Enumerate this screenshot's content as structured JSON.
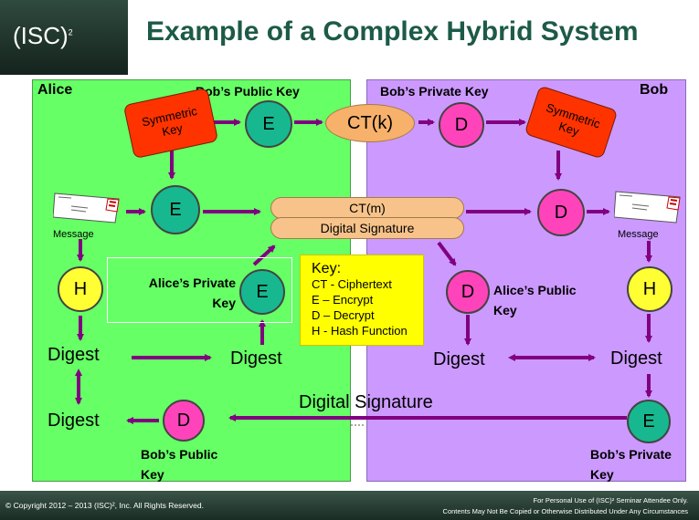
{
  "header": {
    "logo": "(ISC)",
    "logo_sup": "2",
    "title": "Example of a Complex Hybrid System"
  },
  "alice": {
    "name": "Alice",
    "bobs_public_key_label": "Bob’s Public Key",
    "symmetric_key": "Symmetric Key",
    "encrypt_key_circle": "E",
    "encrypt_msg_circle": "E",
    "message_label": "Message",
    "hash_circle": "H",
    "digest1": "Digest",
    "digest_signed": "Digest",
    "digest3": "Digest",
    "private_key_label": "Alice’s Private Key",
    "sign_circle": "E",
    "decrypt_circle": "D",
    "bobs_public_key_bottom": "Bob’s Public Key"
  },
  "center": {
    "ct_k": "CT(k)",
    "ct_m": "CT(m)",
    "digital_signature_pill": "Digital Signature",
    "digital_signature_label": "Digital Signature"
  },
  "legend": {
    "title": "Key:",
    "items": [
      "CT - Ciphertext",
      "E – Encrypt",
      "D – Decrypt",
      "H - Hash Function"
    ]
  },
  "bob": {
    "name": "Bob",
    "private_key_label": "Bob’s Private Key",
    "decrypt_key_circle": "D",
    "symmetric_key": "Symmetric Key",
    "decrypt_msg_circle": "D",
    "message_label": "Message",
    "verify_circle": "D",
    "alices_public_key": "Alice’s Public Key",
    "hash_circle": "H",
    "digest_left": "Digest",
    "digest_right": "Digest",
    "encrypt_circle": "E",
    "bobs_private_key_bottom": "Bob’s Private Key"
  },
  "footer": {
    "copyright": "© Copyright 2012 – 2013 (ISC)², Inc. All Rights Reserved.",
    "personal_use_1": "For Personal Use of (ISC)² Seminar Attendee Only.",
    "personal_use_2": "Contents May Not Be Copied or Otherwise Distributed Under Any Circumstances"
  },
  "colors": {
    "alice_panel": "#66ff66",
    "bob_panel": "#cc99ff",
    "encrypt": "#17b88f",
    "decrypt": "#ff44bb",
    "hash": "#ffff33",
    "symmetric_key": "#ff3300",
    "arrow": "#800080",
    "title": "#1d5a48"
  }
}
